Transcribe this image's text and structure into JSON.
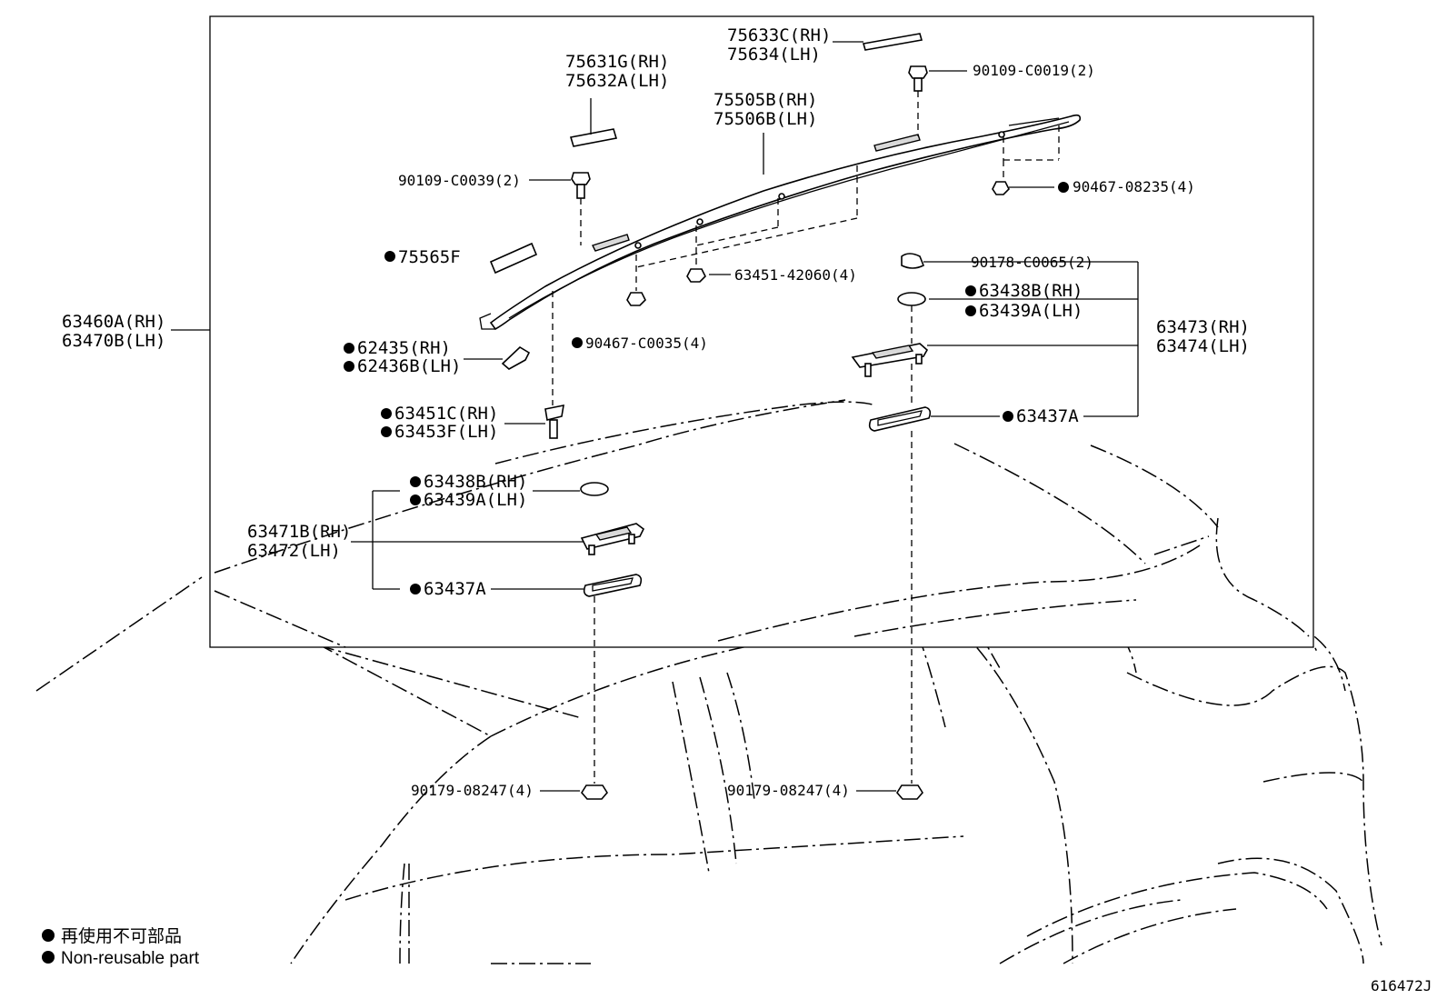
{
  "parts": {
    "roof_rack_assy": {
      "rh": "63460A(RH)",
      "lh": "63470B(LH)"
    },
    "end_cover_rear": {
      "rh": "75633C(RH)",
      "lh": "75634(LH)"
    },
    "end_cover_front": {
      "rh": "75631G(RH)",
      "lh": "75632A(LH)"
    },
    "rail": {
      "rh": "75505B(RH)",
      "lh": "75506B(LH)"
    },
    "bolt_rear": "90109-C0019(2)",
    "bolt_front": "90109-C0039(2)",
    "clip_rear": "90467-08235(4)",
    "tape": "75565F",
    "nut_rail": "63451-42060(4)",
    "clip_front": "90467-C0035(4)",
    "nut_rear": "90178-C0065(2)",
    "cover": {
      "rh": "62435(RH)",
      "lh": "62436B(LH)"
    },
    "pad_rear": {
      "rh": "63438B(RH)",
      "lh": "63439A(LH)"
    },
    "support_rear": {
      "rh": "63473(RH)",
      "lh": "63474(LH)"
    },
    "gasket_rear": "63437A",
    "retainer": {
      "rh": "63451C(RH)",
      "lh": "63453F(LH)"
    },
    "pad_front": {
      "rh": "63438B(RH)",
      "lh": "63439A(LH)"
    },
    "support_front": {
      "rh": "63471B(RH)",
      "lh": "63472(LH)"
    },
    "gasket_front": "63437A",
    "nut_bottom_left": "90179-08247(4)",
    "nut_bottom_right": "90179-08247(4)"
  },
  "legend": {
    "ja": "再使用不可部品",
    "en": "Non-reusable part"
  },
  "diagram_code": "616472J"
}
